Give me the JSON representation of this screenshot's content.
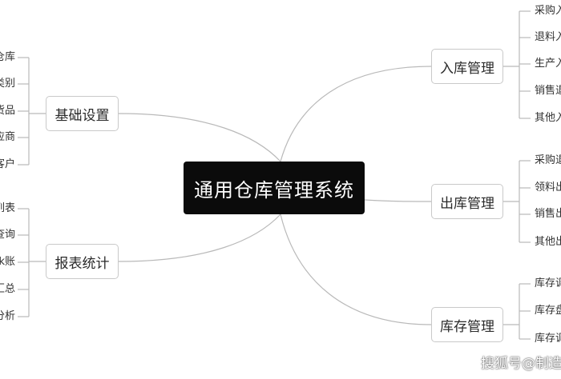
{
  "root": {
    "label": "通用仓库管理系统"
  },
  "branches": {
    "basic": {
      "label": "基础设置",
      "items": [
        "仓库",
        "类别",
        "货品",
        "应商",
        "客户"
      ]
    },
    "report": {
      "label": "报表统计",
      "items": [
        "列表",
        "查询",
        "k账",
        "汇总",
        "分析"
      ]
    },
    "inbound": {
      "label": "入库管理",
      "items": [
        "采购入",
        "退料入",
        "生产入",
        "销售退",
        "其他入"
      ]
    },
    "outbound": {
      "label": "出库管理",
      "items": [
        "采购退",
        "领料出",
        "销售出",
        "其他出"
      ]
    },
    "stock": {
      "label": "库存管理",
      "items": [
        "库存调",
        "库存盘",
        "库存调"
      ]
    }
  },
  "watermark": "搜狐号@制造"
}
